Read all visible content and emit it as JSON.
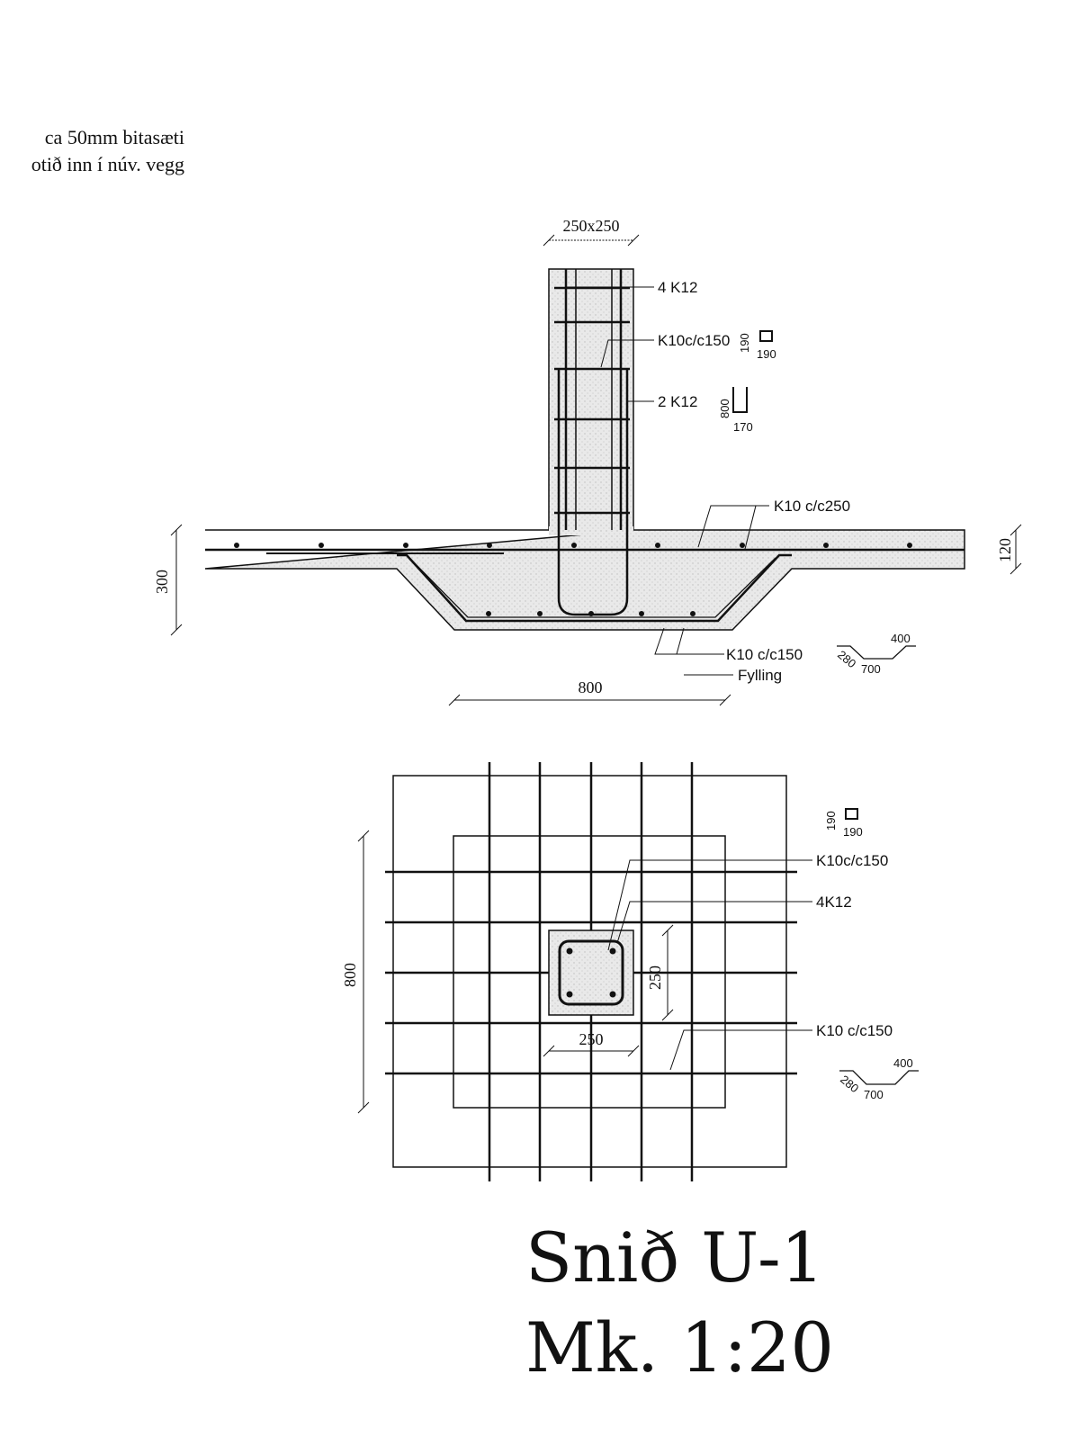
{
  "notes": {
    "line1": "ca 50mm bitasæti",
    "line2": "otið inn í núv. vegg"
  },
  "elevation": {
    "column_size": "250x250",
    "bar_main": "4 K12",
    "bar_stirrup": "K10c/c150",
    "stirrup_shape_a": "190",
    "stirrup_shape_b": "190",
    "bar_dowel": "2 K12",
    "dowel_shape_a": "800",
    "dowel_shape_b": "170",
    "bar_slab": "K10 c/c250",
    "dim_slab": "120",
    "dim_depth": "300",
    "bar_footing": "K10 c/c150",
    "fill_label": "Fylling",
    "bend_a": "280",
    "bend_b": "700",
    "bend_c": "400",
    "dim_width": "800"
  },
  "plan": {
    "stirrup_shape_a": "190",
    "stirrup_shape_b": "190",
    "bar_stirrup": "K10c/c150",
    "bar_main": "4K12",
    "dim_col_v": "250",
    "dim_col_h": "250",
    "dim_width": "800",
    "bar_mesh": "K10 c/c150",
    "bend_a": "280",
    "bend_b": "700",
    "bend_c": "400"
  },
  "title": {
    "line1": "Snið U-1",
    "line2": "Mk. 1:20"
  }
}
